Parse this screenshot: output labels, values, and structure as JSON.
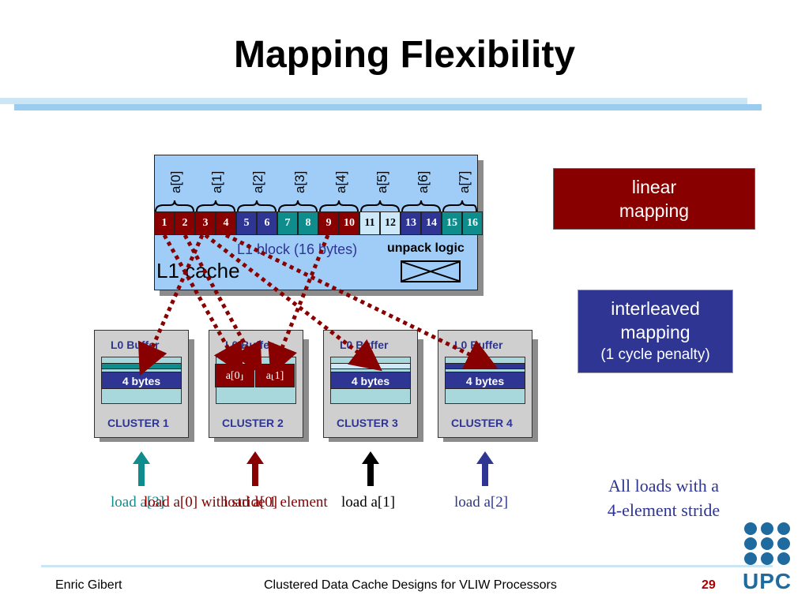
{
  "slide": {
    "title": "Mapping Flexibility",
    "footer_left": "Enric Gibert",
    "footer_center": "Clustered Data Cache Designs for VLIW Processors",
    "page_number": "29",
    "logo_text": "UPC"
  },
  "l1": {
    "label": "L1 cache",
    "block_label": "L1 block (16 bytes)",
    "unpack_label": "unpack logic",
    "elements": [
      "a[0]",
      "a[1]",
      "a[2]",
      "a[3]",
      "a[4]",
      "a[5]",
      "a[6]",
      "a[7]"
    ],
    "cells": [
      "1",
      "2",
      "3",
      "4",
      "5",
      "6",
      "7",
      "8",
      "9",
      "10",
      "11",
      "12",
      "13",
      "14",
      "15",
      "16"
    ]
  },
  "callouts": {
    "linear_1": "linear",
    "linear_2": "mapping",
    "interleaved_1": "interleaved",
    "interleaved_2": "mapping",
    "interleaved_3": "(1 cycle penalty)",
    "stride_1": "All loads with a",
    "stride_2": "4-element stride"
  },
  "clusters": [
    {
      "buffer": "L0 Buffer",
      "name": "CLUSTER 1",
      "content": "4 bytes"
    },
    {
      "buffer": "L0 Buffer",
      "name": "CLUSTER 2",
      "cell_1": "a[0]",
      "cell_2": "a[1]"
    },
    {
      "buffer": "L0 Buffer",
      "name": "CLUSTER 3",
      "content": "4 bytes"
    },
    {
      "buffer": "L0 Buffer",
      "name": "CLUSTER 4",
      "content": "4 bytes"
    }
  ],
  "loads": {
    "cluster1": "load a[3]",
    "cluster2_a": "load a[0] with stride 1 element",
    "cluster2_b": "load a[0]",
    "cluster3": "load a[1]",
    "cluster4": "load a[2]"
  },
  "colors": {
    "dark_red": "#880000",
    "navy": "#2e3592",
    "teal": "#0f8c8c",
    "light_blue": "#9fcdf7",
    "cell_light": "#cde8f8",
    "arrow_black": "#000000"
  }
}
